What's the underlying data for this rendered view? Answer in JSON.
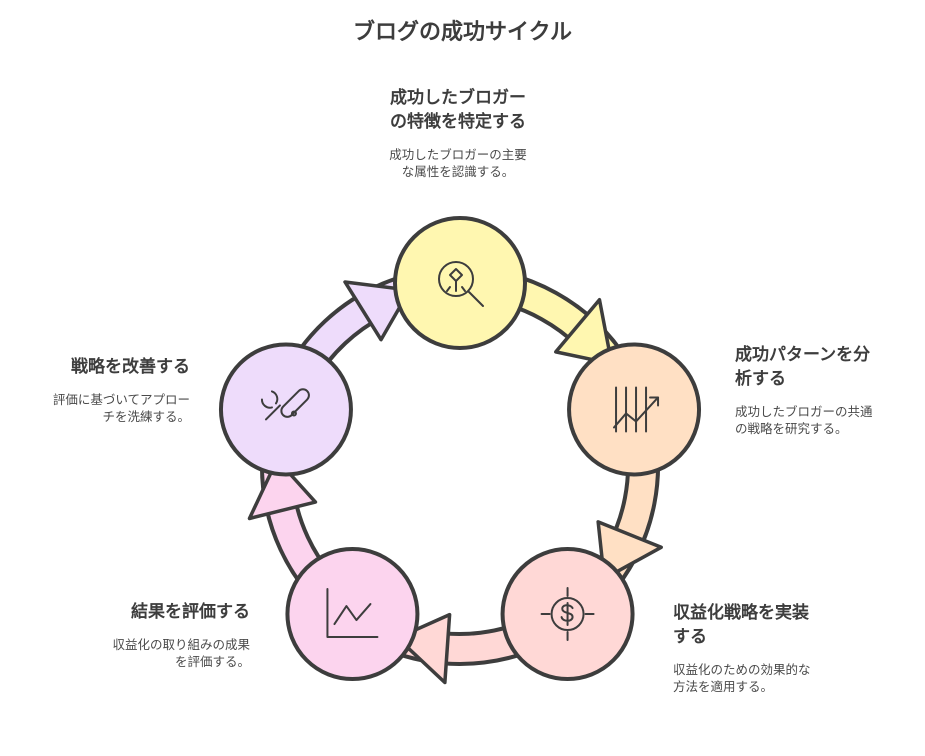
{
  "title": "ブログの成功サイクル",
  "steps": [
    {
      "title_l1": "成功したブロガー",
      "title_l2": "の特徴を特定する",
      "desc_l1": "成功したブロガーの主要",
      "desc_l2": "な属性を認識する。",
      "color": "#fff7b0",
      "icon": "idea-search-icon"
    },
    {
      "title_l1": "成功パターンを分",
      "title_l2": "析する",
      "desc_l1": "成功したブロガーの共通",
      "desc_l2": "の戦略を研究する。",
      "color": "#ffe0c4",
      "icon": "growth-chart-icon"
    },
    {
      "title_l1": "収益化戦略を実装",
      "title_l2": "する",
      "desc_l1": "収益化のための効果的な",
      "desc_l2": "方法を適用する。",
      "color": "#ffd8d6",
      "icon": "dollar-target-icon"
    },
    {
      "title_l1": "結果を評価する",
      "desc_l1": "収益化の取り組みの成果",
      "desc_l2": "を評価する。",
      "color": "#fcd4ee",
      "icon": "line-chart-icon"
    },
    {
      "title_l1": "戦略を改善する",
      "desc_l1": "評価に基づいてアプロー",
      "desc_l2": "チを洗練する。",
      "color": "#eedcfb",
      "icon": "tools-icon"
    }
  ]
}
